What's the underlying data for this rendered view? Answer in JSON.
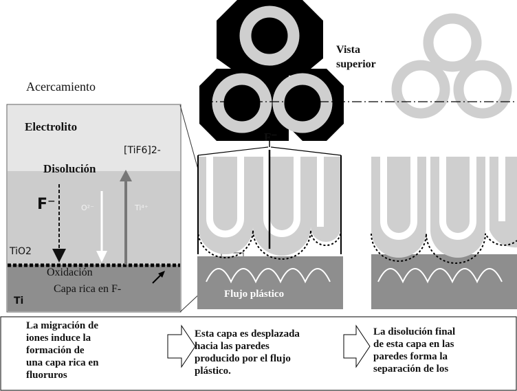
{
  "labels": {
    "vista_superior": "Vista\nsuperior",
    "acercamiento": "Acercamiento",
    "electrolito": "Electrolito",
    "tif6": "[TiF6]2-",
    "disolucion": "Disolución",
    "f_ion_top": "F⁻",
    "f_ion_big": "F⁻",
    "o2": "O²⁻",
    "ti4": "Ti⁴⁺",
    "tio2": "TiO2",
    "oxidacion": "Oxidación",
    "capa_rica": "Capa rica en F-",
    "ti": "Ti",
    "flujo_plastico": "Flujo plástico"
  },
  "captions": [
    "La migración de\niones induce la\nformación de\nuna capa rica en\nfluoruros",
    "Esta capa es desplazada\nhacia las paredes\nproducido por el flujo\nplástico.",
    "La disolución final\nde esta capa en las\nparedes forma la\nseparación de los"
  ],
  "colors": {
    "light_gray": "#cfcfcf",
    "mid_gray": "#b8b8b8",
    "dark_gray": "#8e8e8e",
    "black": "#000000",
    "electrolyte": "#e6e6e6"
  }
}
